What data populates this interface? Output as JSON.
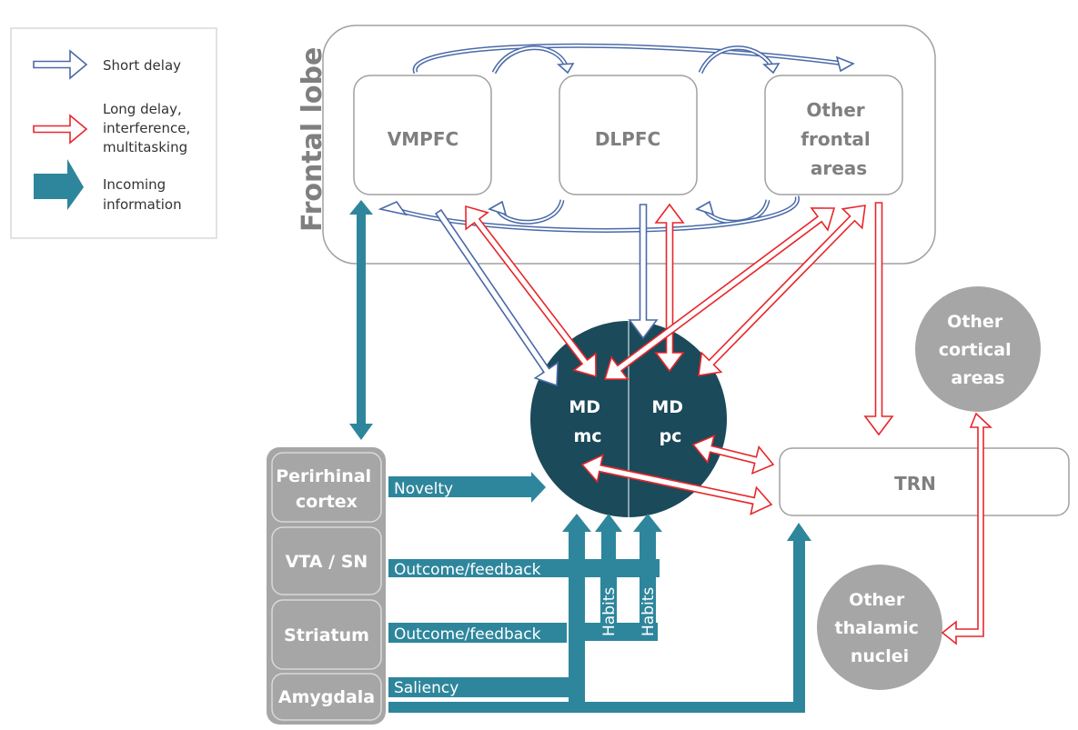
{
  "colors": {
    "short_delay": "#4a6aa8",
    "long_delay": "#e8262b",
    "incoming": "#2e869c",
    "md_nucleus": "#1b4a5a",
    "gray_region": "#a6a6a6",
    "box_border": "#a0a0a0",
    "box_text": "#7f7f7f"
  },
  "legend": {
    "items": [
      {
        "icon": "hollow-blue-arrow-icon",
        "label_lines": [
          "Short delay"
        ]
      },
      {
        "icon": "hollow-red-arrow-icon",
        "label_lines": [
          "Long delay,",
          "interference,",
          "multitasking"
        ]
      },
      {
        "icon": "solid-teal-arrow-icon",
        "label_lines": [
          "Incoming",
          "information"
        ]
      }
    ]
  },
  "frontal_lobe": {
    "title": "Frontal lobe",
    "areas": [
      {
        "id": "vmpfc",
        "lines": [
          "VMPFC"
        ]
      },
      {
        "id": "dlpfc",
        "lines": [
          "DLPFC"
        ]
      },
      {
        "id": "other-frontal",
        "lines": [
          "Other",
          "frontal",
          "areas"
        ]
      }
    ]
  },
  "md": {
    "left": [
      "MD",
      "mc"
    ],
    "right": [
      "MD",
      "pc"
    ]
  },
  "trn": {
    "label": "TRN"
  },
  "other_cortical": {
    "lines": [
      "Other",
      "cortical",
      "areas"
    ]
  },
  "other_thalamic": {
    "lines": [
      "Other",
      "thalamic",
      "nuclei"
    ]
  },
  "sources": {
    "items": [
      {
        "id": "perirhinal",
        "lines": [
          "Perirhinal",
          "cortex"
        ]
      },
      {
        "id": "vta-sn",
        "lines": [
          "VTA / SN"
        ]
      },
      {
        "id": "striatum",
        "lines": [
          "Striatum"
        ]
      },
      {
        "id": "amygdala",
        "lines": [
          "Amygdala"
        ]
      }
    ]
  },
  "inputs": {
    "novelty": "Novelty",
    "outcome_vta": "Outcome/feedback",
    "outcome_striatum": "Outcome/feedback",
    "saliency": "Saliency",
    "habits_1": "Habits",
    "habits_2": "Habits"
  }
}
